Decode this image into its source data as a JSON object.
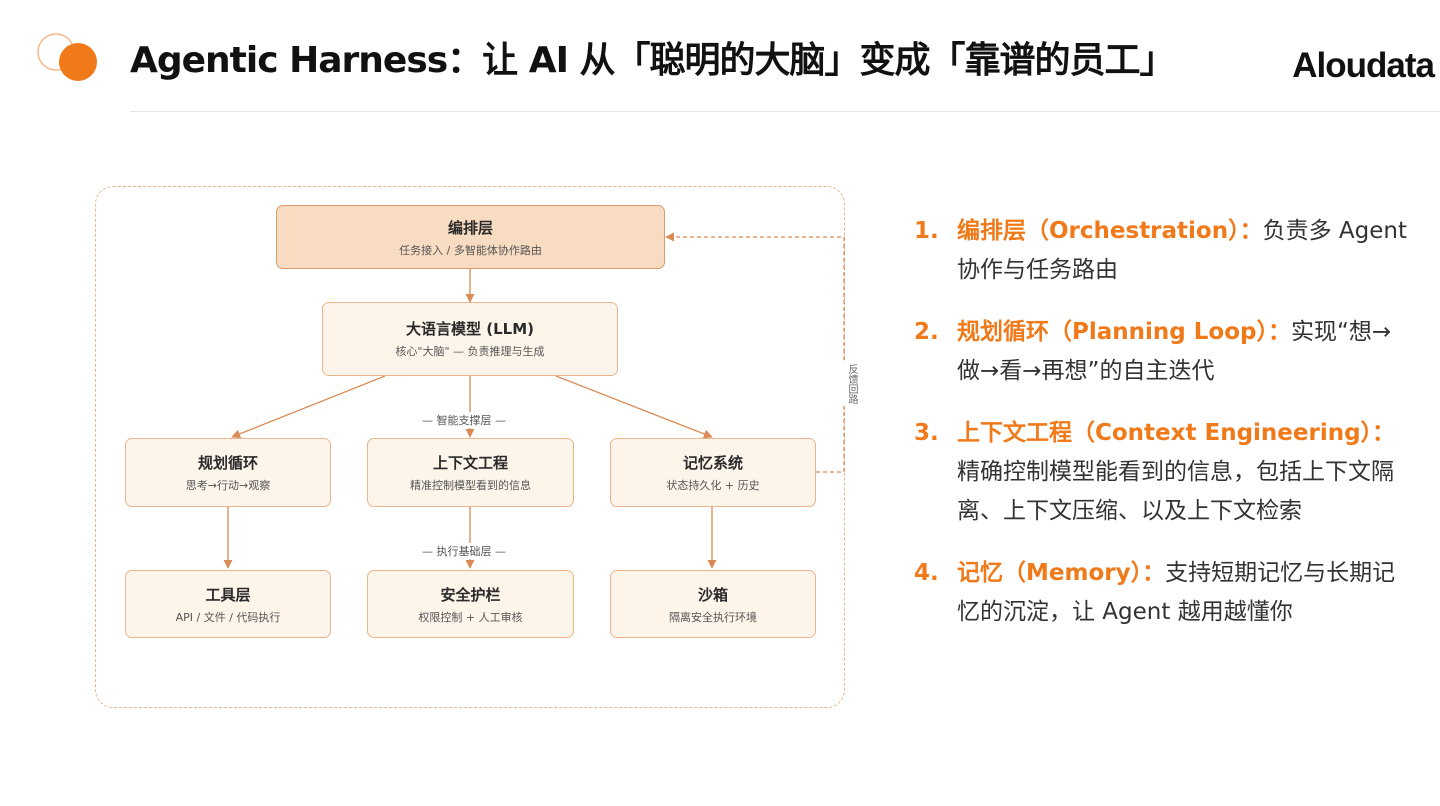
{
  "header": {
    "title": "Agentic Harness：让 AI 从「聪明的大脑」变成「靠谱的员工」",
    "brand": "Aloudata"
  },
  "colors": {
    "accent": "#f07a1a",
    "node_border": "#eab58e",
    "node_fill": "#fdf4ea",
    "top_fill": "#f8dcc2"
  },
  "diagram": {
    "orchestration": {
      "title": "编排层",
      "sub": "任务接入 / 多智能体协作路由"
    },
    "llm": {
      "title": "大语言模型 (LLM)",
      "sub": "核心\"大脑\" — 负责推理与生成"
    },
    "support_label": "— 智能支撑层 —",
    "planning": {
      "title": "规划循环",
      "sub": "思考→行动→观察"
    },
    "context": {
      "title": "上下文工程",
      "sub": "精准控制模型看到的信息"
    },
    "memory": {
      "title": "记忆系统",
      "sub": "状态持久化 + 历史"
    },
    "exec_label": "— 执行基础层 —",
    "tools": {
      "title": "工具层",
      "sub": "API / 文件 / 代码执行"
    },
    "guardrail": {
      "title": "安全护栏",
      "sub": "权限控制 + 人工审核"
    },
    "sandbox": {
      "title": "沙箱",
      "sub": "隔离安全执行环境"
    },
    "feedback_label": "反馈回路"
  },
  "list": [
    {
      "num": "1.",
      "head": "编排层（Orchestration）：",
      "desc": "负责多 Agent 协作与任务路由"
    },
    {
      "num": "2.",
      "head": "规划循环（Planning Loop）：",
      "desc": "实现“想→做→看→再想”的自主迭代"
    },
    {
      "num": "3.",
      "head": "上下文工程（Context Engineering）：",
      "desc": "精确控制模型能看到的信息，包括上下文隔离、上下文压缩、以及上下文检索"
    },
    {
      "num": "4.",
      "head": "记忆（Memory）：",
      "desc": "支持短期记忆与长期记忆的沉淀，让 Agent 越用越懂你"
    }
  ]
}
